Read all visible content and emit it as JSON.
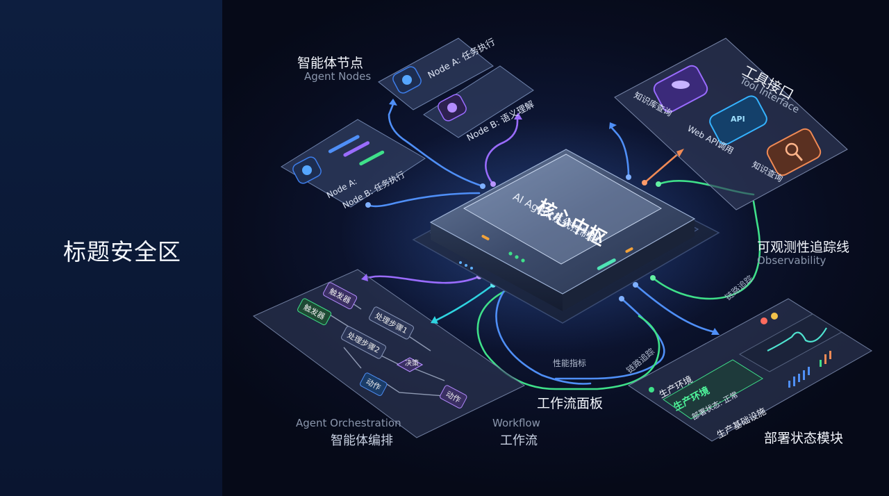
{
  "title_safe_zone": "标题安全区",
  "core": {
    "title": "核心中枢",
    "subtitle": "AI Agent系统控制台"
  },
  "agent_nodes": {
    "title_zh": "智能体节点",
    "title_en": "Agent Nodes",
    "card1": "Node A: 任务执行",
    "card2": "Node B: 语义理解",
    "card3_a": "Node A:",
    "card3_b": "Node B: 任务执行"
  },
  "tools": {
    "title_zh": "工具接口",
    "title_en": "Tool Interface",
    "items": [
      "知识库查询",
      "Web API调用",
      "知识查询"
    ],
    "api_badge": "API"
  },
  "observability": {
    "title_zh": "可观测性追踪线",
    "title_en": "Observability",
    "trace_label": "链路追踪"
  },
  "orchestration": {
    "title_en": "Agent Orchestration",
    "title_zh": "智能体编排",
    "nodes": [
      "触发器",
      "触发器",
      "处理步骤1",
      "处理步骤2",
      "决策",
      "动作",
      "动作"
    ]
  },
  "workflow": {
    "title_en": "Workflow",
    "title_zh": "工作流",
    "panel_title": "工作流面板",
    "metric_label": "性能指标",
    "trace_label": "链路追踪"
  },
  "deployment": {
    "title_zh": "部署状态模块",
    "env_label": "生产环境",
    "env_badge": "生产环境",
    "status": "部署状态: 正常",
    "infra": "生产基础设施"
  },
  "colors": {
    "blue_line": "#4f8ff7",
    "green_line": "#3fe08a",
    "purple_line": "#9a6cff",
    "orange_line": "#f08a55",
    "cyan_line": "#2fd3e0"
  }
}
